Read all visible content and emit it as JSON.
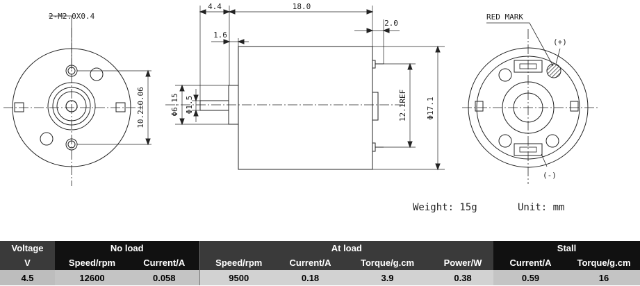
{
  "drawing": {
    "front_view": {
      "hole_callout": "2-M2.0X0.4",
      "hole_spacing": "10.2±0.06"
    },
    "side_view": {
      "dim_shaft_ext": "4.4",
      "dim_body_length": "18.0",
      "dim_terminal": "2.0",
      "dim_boss": "1.6",
      "dim_boss_dia": "Φ6.15",
      "dim_shaft_dia": "Φ1.5",
      "dim_ref": "12.1REF",
      "dim_body_dia": "Φ17.1"
    },
    "rear_view": {
      "red_mark_label": "RED MARK",
      "plus_label": "(+)",
      "minus_label": "(-)"
    },
    "weight_label": "Weight: 15g",
    "unit_label": "Unit: mm"
  },
  "table": {
    "group_voltage": "Voltage",
    "group_no_load": "No load",
    "group_at_load": "At load",
    "group_stall": "Stall",
    "unit_voltage": "V",
    "columns": [
      "Speed/rpm",
      "Current/A",
      "Speed/rpm",
      "Current/A",
      "Torque/g.cm",
      "Power/W",
      "Current/A",
      "Torque/g.cm"
    ],
    "values": [
      "4.5",
      "12600",
      "0.058",
      "9500",
      "0.18",
      "3.9",
      "0.38",
      "0.59",
      "16"
    ]
  }
}
